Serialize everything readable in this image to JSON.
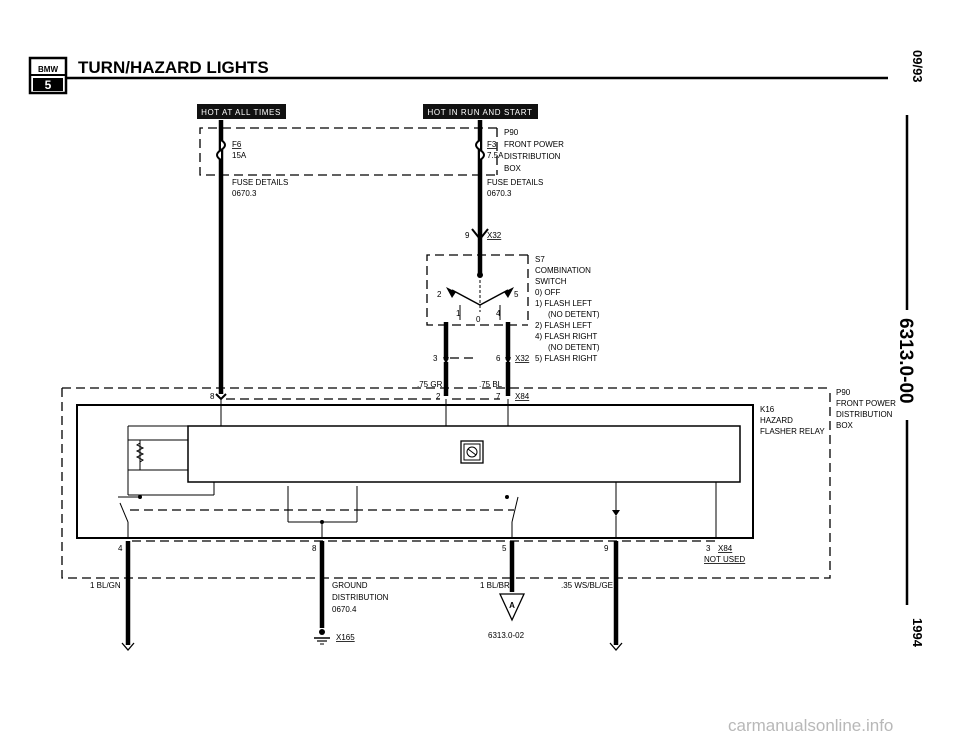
{
  "header": {
    "logo_line1": "BMW",
    "logo_line2": "5",
    "title": "TURN/HAZARD LIGHTS"
  },
  "side": {
    "date": "09/93",
    "section": "6313.0-00",
    "year": "1994"
  },
  "tags": {
    "hot_always": "HOT AT ALL TIMES",
    "hot_run_start": "HOT IN RUN AND START"
  },
  "fuses": {
    "f6_id": "F6",
    "f6_rating": "15A",
    "f3_id": "F3",
    "f3_rating": "7.5A",
    "box_id": "P90",
    "box_l1": "FRONT POWER",
    "box_l2": "DISTRIBUTION",
    "box_l3": "BOX",
    "details_left_1": "FUSE DETAILS",
    "details_left_2": "0670.3",
    "details_right_1": "FUSE DETAILS",
    "details_right_2": "0670.3"
  },
  "connector_top": {
    "pin": "9",
    "id": "X32"
  },
  "switch": {
    "id": "S7",
    "name_l1": "COMBINATION",
    "name_l2": "SWITCH",
    "pos0": "0)  OFF",
    "pos1": "1)  FLASH LEFT",
    "pos1b": "(NO DETENT)",
    "pos2": "2)  FLASH LEFT",
    "pos4": "4)  FLASH RIGHT",
    "pos4b": "(NO DETENT)",
    "pos5": "5)  FLASH RIGHT",
    "t2": "2",
    "t5": "5",
    "t1": "1",
    "t0": "0",
    "t4": "4",
    "pin3": "3",
    "pin6": "6",
    "conn": "X32"
  },
  "wires": {
    "gr": ".75 GR",
    "bl": ".75 BL",
    "bl_gn": "1 BL/GN",
    "bl_br": "1 BL/BR",
    "ws_bl_ge": ".35 WS/BL/GE"
  },
  "relay_pins": {
    "p8": "8",
    "p2": "2",
    "p7": "7",
    "x84": "X84",
    "p4": "4",
    "p8b": "8",
    "p5": "5",
    "p9": "9",
    "p3": "3",
    "x84b": "X84",
    "not_used": "NOT USED"
  },
  "relay": {
    "id": "K16",
    "name_l1": "HAZARD",
    "name_l2": "FLASHER RELAY",
    "box_id": "P90",
    "box_l1": "FRONT POWER",
    "box_l2": "DISTRIBUTION",
    "box_l3": "BOX"
  },
  "ground": {
    "l1": "GROUND",
    "l2": "DISTRIBUTION",
    "l3": "0670.4",
    "id": "X165"
  },
  "ref": {
    "arrow": "A",
    "code": "6313.0-02"
  },
  "watermark": "carmanualsonline.info"
}
